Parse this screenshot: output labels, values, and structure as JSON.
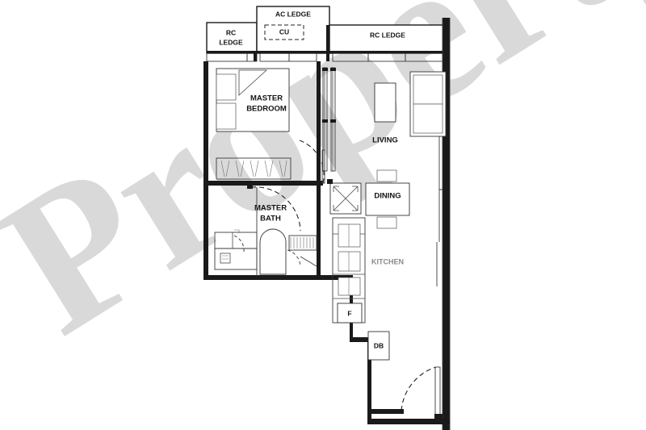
{
  "document": {
    "type": "residential-floor-plan",
    "watermark_text": "Property",
    "background_color": "#ffffff",
    "line_color": "#1a1a1a",
    "watermark_color": "#d9d9d9"
  },
  "labels": {
    "ac_ledge": "AC LEDGE",
    "cu": "CU",
    "rc_ledge_left": "RC\nLEDGE",
    "rc_ledge_left_line1": "RC",
    "rc_ledge_left_line2": "LEDGE",
    "rc_ledge_right": "RC LEDGE",
    "master_bedroom_line1": "MASTER",
    "master_bedroom_line2": "BEDROOM",
    "master_bath_line1": "MASTER",
    "master_bath_line2": "BATH",
    "living": "LIVING",
    "dining": "DINING",
    "kitchen": "KITCHEN",
    "fridge": "F",
    "distribution_board": "DB"
  },
  "rooms": [
    {
      "name": "MASTER BEDROOM",
      "type": "bedroom"
    },
    {
      "name": "MASTER BATH",
      "type": "bathroom"
    },
    {
      "name": "LIVING",
      "type": "living"
    },
    {
      "name": "DINING",
      "type": "dining"
    },
    {
      "name": "KITCHEN",
      "type": "kitchen"
    }
  ],
  "annotations": [
    {
      "name": "AC LEDGE",
      "type": "service-ledge"
    },
    {
      "name": "CU",
      "type": "condenser-unit"
    },
    {
      "name": "RC LEDGE",
      "type": "rc-ledge"
    },
    {
      "name": "F",
      "type": "fridge"
    },
    {
      "name": "DB",
      "type": "distribution-board"
    }
  ],
  "fixtures": [
    {
      "name": "bed",
      "room": "MASTER BEDROOM"
    },
    {
      "name": "wardrobe",
      "room": "MASTER BEDROOM"
    },
    {
      "name": "water-closet",
      "room": "MASTER BATH"
    },
    {
      "name": "wash-basin",
      "room": "MASTER BATH"
    },
    {
      "name": "shower",
      "room": "MASTER BATH"
    },
    {
      "name": "sofa",
      "room": "LIVING"
    },
    {
      "name": "side-table",
      "room": "LIVING"
    },
    {
      "name": "dining-table",
      "room": "DINING"
    },
    {
      "name": "dining-chair",
      "room": "DINING"
    },
    {
      "name": "kitchen-counter",
      "room": "KITCHEN"
    },
    {
      "name": "sink",
      "room": "KITCHEN"
    },
    {
      "name": "hob",
      "room": "KITCHEN"
    },
    {
      "name": "service-yard",
      "room": "KITCHEN"
    }
  ],
  "doors": [
    {
      "name": "entrance-door",
      "type": "swing"
    },
    {
      "name": "bedroom-door",
      "type": "swing"
    },
    {
      "name": "bathroom-door",
      "type": "swing"
    },
    {
      "name": "balcony-sliding-door",
      "type": "sliding"
    }
  ]
}
